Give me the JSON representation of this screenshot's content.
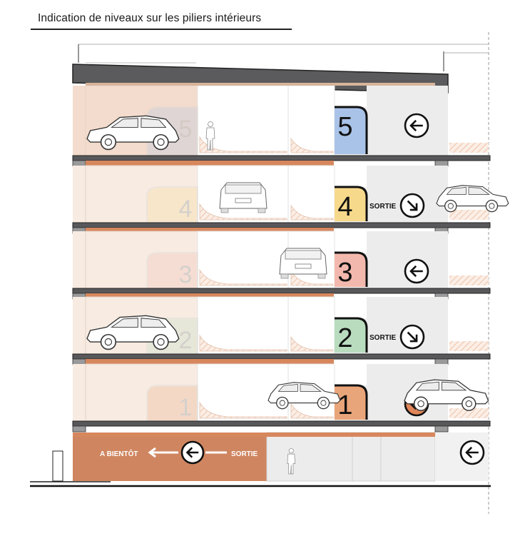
{
  "title": "Indication de niveaux sur les piliers intérieurs",
  "levels": [
    {
      "number": "5",
      "sign": "left-arrow-circle-icon",
      "exit_label": ""
    },
    {
      "number": "4",
      "sign": "down-right-arrow-circle-icon",
      "exit_label": "SORTIE"
    },
    {
      "number": "3",
      "sign": "left-arrow-circle-icon",
      "exit_label": ""
    },
    {
      "number": "2",
      "sign": "down-right-arrow-circle-icon",
      "exit_label": "SORTIE"
    },
    {
      "number": "1",
      "sign": "left-arrow-circle-icon",
      "exit_label": ""
    }
  ],
  "ground": {
    "farewell_label": "A BIENTÔT",
    "exit_label": "SORTIE"
  },
  "colors": {
    "level5": "#a9c3e8",
    "level4": "#f7d98b",
    "level3": "#f3b8ad",
    "level2": "#b9dcbf",
    "level1": "#e9a57a",
    "ground": "#cf8660",
    "slab": "#58585a",
    "accent_band": "#d7875d"
  }
}
